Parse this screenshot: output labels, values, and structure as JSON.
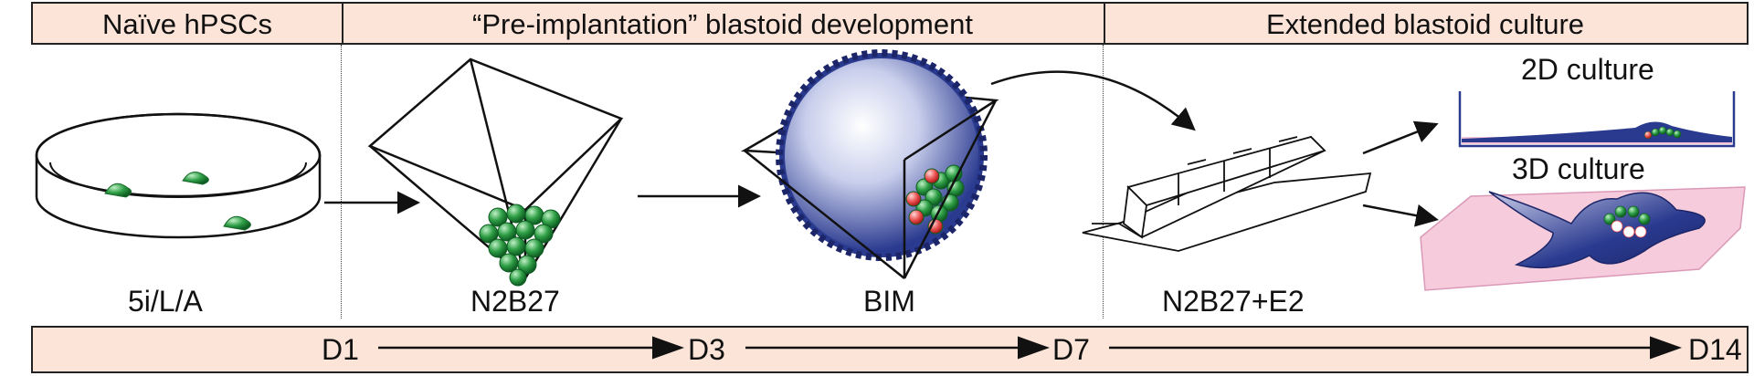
{
  "header": {
    "col1": "Naïve hPSCs",
    "col2": "“Pre-implantation” blastoid development",
    "col3": "Extended blastoid culture"
  },
  "stages": {
    "stage1": "5i/L/A",
    "stage2": "N2B27",
    "stage3": "BIM",
    "stage4": "N2B27+E2",
    "culture_2d": "2D culture",
    "culture_3d": "3D culture"
  },
  "timeline": {
    "d1": "D1",
    "d3": "D3",
    "d7": "D7",
    "d14": "D14"
  },
  "colors": {
    "header_fill": "#fde4d8",
    "cell_green": "#2e9e45",
    "blastoid_blue": "#2a3a8f",
    "cell_red": "#e84b4b",
    "gel_pink": "#f6c6d8"
  }
}
